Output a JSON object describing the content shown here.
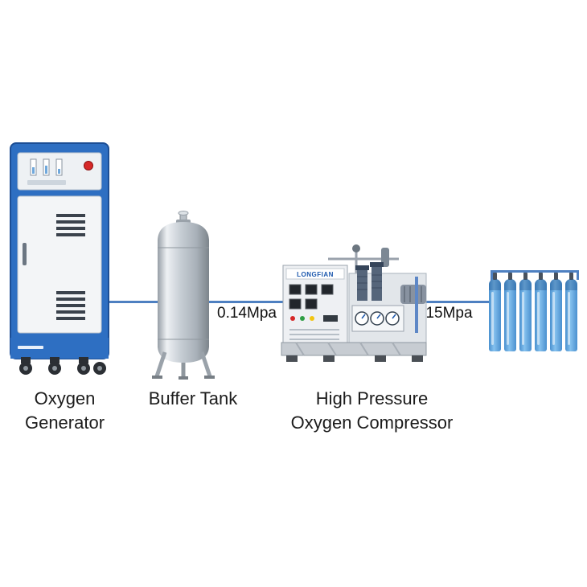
{
  "labels": {
    "generator_line1": "Oxygen",
    "generator_line2": "Generator",
    "buffer_tank": "Buffer Tank",
    "compressor_line1": "High Pressure",
    "compressor_line2": "Oxygen Compressor",
    "pressure_after_tank": "0.14Mpa",
    "pressure_after_compressor": "15Mpa",
    "compressor_brand": "LONGFIAN"
  },
  "diagram": {
    "flow_order": [
      "Oxygen Generator",
      "Buffer Tank",
      "High Pressure Oxygen Compressor",
      "Gas Cylinders"
    ],
    "cylinder_count": 6
  },
  "colors": {
    "pipe_blue": "#4e80c1",
    "cabinet_blue": "#2e6fc2",
    "cylinder_blue": "#58a5e0",
    "tank_silver": "#c3cad1",
    "text": "#1c1c1c"
  }
}
